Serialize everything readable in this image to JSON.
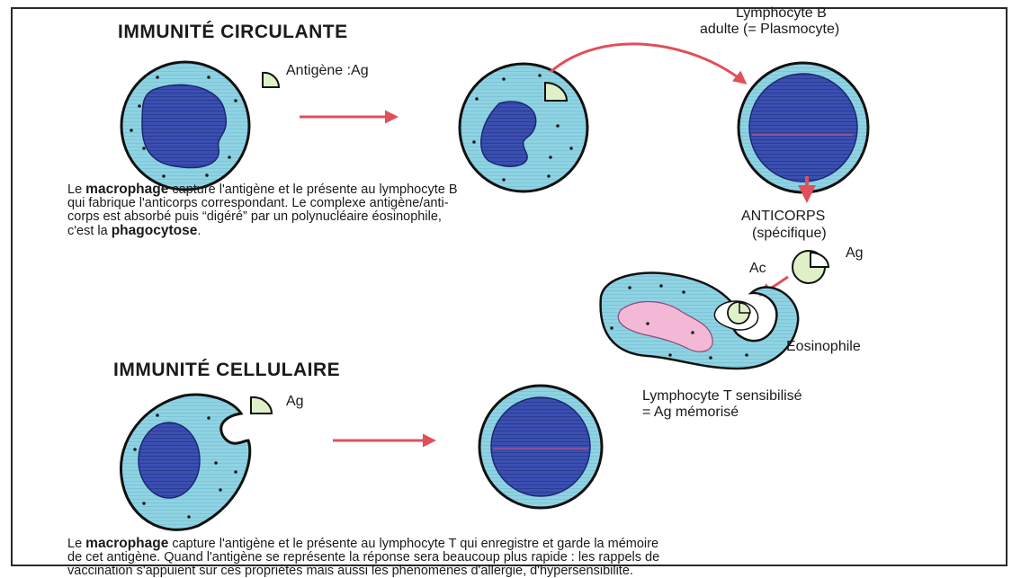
{
  "titles": {
    "circulante": "IMMUNITÉ CIRCULANTE",
    "cellulaire": "IMMUNITÉ CELLULAIRE"
  },
  "labels": {
    "antigene_ag": "Antigène :Ag",
    "lymphocyte_b_line1": "Lymphocyte B",
    "lymphocyte_b_line2": "adulte (= Plasmocyte)",
    "anticorps_line1": "ANTICORPS",
    "anticorps_line2": "(spécifique)",
    "ag": "Ag",
    "ac": "Ac",
    "eosinophile": "Eosinophile",
    "lymphocyte_t_line1": "Lymphocyte T sensibilisé",
    "lymphocyte_t_line2": "= Ag mémorisé",
    "ag_cellulaire": "Ag"
  },
  "paragraph1": {
    "l1_pre": "Le ",
    "l1_bold": "macrophage",
    "l1_post": " capture l'antigène et le présente au lymphocyte B",
    "l2": "qui fabrique l'anticorps correspondant. Le complexe antigène/anti-",
    "l3": "corps est absorbé puis “digéré” par un polynucléaire éosinophile,",
    "l4_pre": "c'est la ",
    "l4_bold": "phagocytose",
    "l4_post": "."
  },
  "paragraph2": {
    "l1_pre": "Le ",
    "l1_bold": "macrophage",
    "l1_post": " capture l'antigène et le présente au lymphocyte T qui enregistre et garde la mémoire",
    "l2": "de cet antigène. Quand l'antigène se représente la réponse sera beaucoup plus rapide : les rappels de",
    "l3": "vaccination s'appuient sur ces propriétés mais aussi les phénomènes d'allergie, d'hypersensibilité."
  },
  "colors": {
    "cytoplasm": "#8fd3e3",
    "nucleus": "#3347a8",
    "arrow": "#e0505a",
    "antigen": "#dff0c8",
    "pink": "#f3b8d6"
  }
}
